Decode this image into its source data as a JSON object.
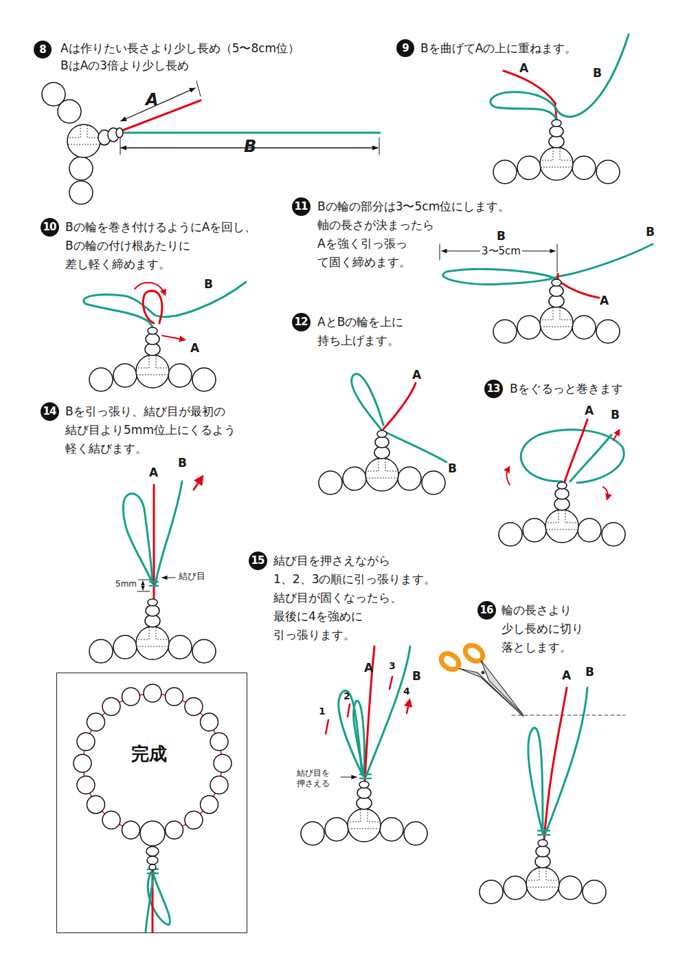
{
  "diagram": {
    "nodes": [
      {
        "text": [
          "8"
        ]
      },
      {
        "text": [
          "9"
        ]
      },
      {
        "text": [
          "10"
        ]
      },
      {
        "text": [
          "11"
        ]
      },
      {
        "text": [
          "12"
        ]
      },
      {
        "text": [
          "13"
        ]
      },
      {
        "text": [
          "14"
        ]
      },
      {
        "text": [
          "15"
        ]
      },
      {
        "text": [
          "16"
        ]
      },
      {
        "text": [
          "完成"
        ]
      }
    ],
    "labels": [
      "Aは作りたい長さより少し長め（5〜8cm位） BはAの3倍より少し長め",
      "A",
      "B",
      "Bを曲げてAの上に重ねます。",
      "A",
      "B",
      "Bの輪を巻き付けるようにAを回し、 Bの輪の付け根あたりに 差し軽く締めます。",
      "B",
      "A",
      "Bの輪の部分は3〜5cm位にします。 軸の長さが決まったら Aを強く引っ張っ て固く締めます。",
      "B",
      "3〜5cm",
      "B",
      "A",
      "AとBの輪を上に 持ち上げます。",
      "A",
      "B",
      "Bをぐるっと巻きます",
      "A",
      "B",
      "Bを引っ張り、結び目が最初の 結び目より5mm位上にくるよう 軽く結びます。",
      "A",
      "B",
      "5mm",
      "結び目",
      "結び目を押さえながら 1、2、3の順に引っ張ります。 結び目が固くなったら、 最後に4を強めに 引っ張ります。",
      "A",
      "3",
      "B",
      "1",
      "2",
      "4",
      "結び目を 押さえる",
      "輪の長さより 少し長めに切り 落とします。",
      "A",
      "B"
    ]
  }
}
